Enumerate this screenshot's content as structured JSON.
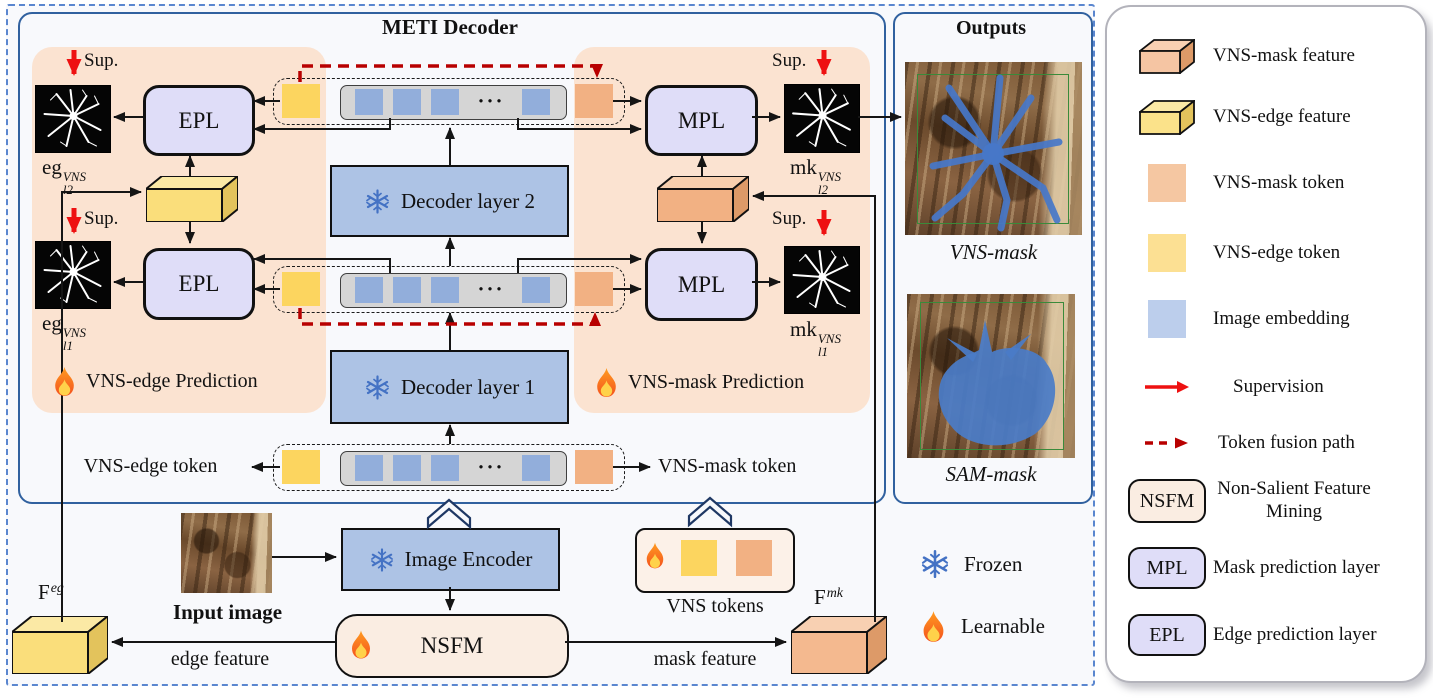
{
  "colors": {
    "frame_blue": "#31619f",
    "dashed_border_blue": "#5a86cf",
    "peach_region": "#fbe3d1",
    "lavender_block": "#dfddf8",
    "decoder_blue": "#adc3e5",
    "token_yellow": "#fcd55f",
    "token_orange": "#f2b183",
    "embedding_blue": "#92aedb",
    "supervision_red": "#ee1111",
    "fusion_dark_red": "#b80000",
    "snow_blue": "#4472c4",
    "mask_overlay_blue": "#4677c9"
  },
  "diagram": {
    "title": "METI Decoder",
    "blocks": {
      "epl": "EPL",
      "mpl": "MPL",
      "decoder1": "Decoder layer 1",
      "decoder2": "Decoder layer 2",
      "image_encoder": "Image Encoder",
      "nsfm": "NSFM"
    },
    "regions": {
      "edge_prediction": "VNS-edge Prediction",
      "mask_prediction": "VNS-mask Prediction"
    },
    "labels": {
      "sup": "Sup.",
      "ellipsis": "···",
      "vns_edge_token": "VNS-edge token",
      "vns_mask_token": "VNS-mask token",
      "input_image": "Input image",
      "vns_tokens": "VNS tokens",
      "edge_feature": "edge feature",
      "mask_feature": "mask feature",
      "frozen": "Frozen",
      "learnable": "Learnable"
    },
    "math": {
      "eg_l2": {
        "base": "eg",
        "sub": "l2",
        "sup": "VNS"
      },
      "eg_l1": {
        "base": "eg",
        "sub": "l1",
        "sup": "VNS"
      },
      "mk_l2": {
        "base": "mk",
        "sub": "l2",
        "sup": "VNS"
      },
      "mk_l1": {
        "base": "mk",
        "sub": "l1",
        "sup": "VNS"
      },
      "f_eg": {
        "base": "F",
        "sup": "eg"
      },
      "f_mk": {
        "base": "F",
        "sup": "mk"
      }
    },
    "outputs": {
      "title": "Outputs",
      "vns_mask_label": "VNS-mask",
      "sam_mask_label": "SAM-mask"
    }
  },
  "legend": {
    "items": [
      {
        "icon": "box3d-orange-icon",
        "label": "VNS-mask feature"
      },
      {
        "icon": "box3d-yellow-icon",
        "label": "VNS-edge feature"
      },
      {
        "icon": "square-orange-icon",
        "label": "VNS-mask token"
      },
      {
        "icon": "square-yellow-icon",
        "label": "VNS-edge token"
      },
      {
        "icon": "square-blue-icon",
        "label": "Image embedding"
      },
      {
        "icon": "red-arrow-icon",
        "label": "Supervision"
      },
      {
        "icon": "red-dashed-arrow-icon",
        "label": "Token fusion path"
      },
      {
        "icon": "nsfm-box-icon",
        "box_label": "NSFM",
        "label": "Non-Salient Feature Mining"
      },
      {
        "icon": "mpl-box-icon",
        "box_label": "MPL",
        "label": "Mask prediction layer"
      },
      {
        "icon": "epl-box-icon",
        "box_label": "EPL",
        "label": "Edge prediction layer"
      }
    ]
  }
}
